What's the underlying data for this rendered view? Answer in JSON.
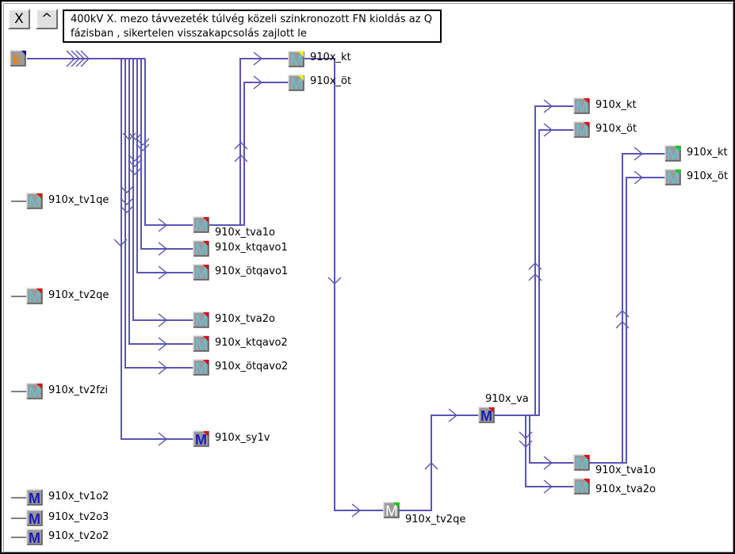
{
  "toolbar": {
    "close_label": "X",
    "up_label": "^"
  },
  "message": {
    "line1": "400kV X. mezo távvezeték túlvég közeli szinkronozott FN kioldás az Q",
    "line2": "fázisban , sikertelen visszakapcsolás zajlott le"
  },
  "source": {
    "glyph": "E"
  },
  "icon_letter": "M",
  "status_colors": {
    "red": "#e01010",
    "yellow": "#f0f000",
    "green": "#00d000",
    "navy": "#000090",
    "line": "#5a54b4"
  },
  "nodes": {
    "top_kt": "910x_kt",
    "top_ot": "910x_öt",
    "tv1qe": "910x_tv1qe",
    "tv2qe": "910x_tv2qe",
    "tv2fzi": "910x_tv2fzi",
    "tva1o": "910x_tva1o",
    "ktqavo1": "910x_ktqavo1",
    "otqavo1": "910x_ötqavo1",
    "tva2o": "910x_tva2o",
    "ktqavo2": "910x_ktqavo2",
    "otqavo2": "910x_ötqavo2",
    "sy1v": "910x_sy1v",
    "tv1o2": "910x_tv1o2",
    "tv2o3": "910x_tv2o3",
    "tv2o2": "910x_tv2o2",
    "bottom_tv2qe": "910x_tv2qe",
    "va": "910x_va",
    "right_kt": "910x_kt",
    "right_ot": "910x_öt",
    "far_kt": "910x_kt",
    "far_ot": "910x_öt",
    "right_tva1o": "910x_tva1o",
    "right_tva2o": "910x_tva2o"
  }
}
